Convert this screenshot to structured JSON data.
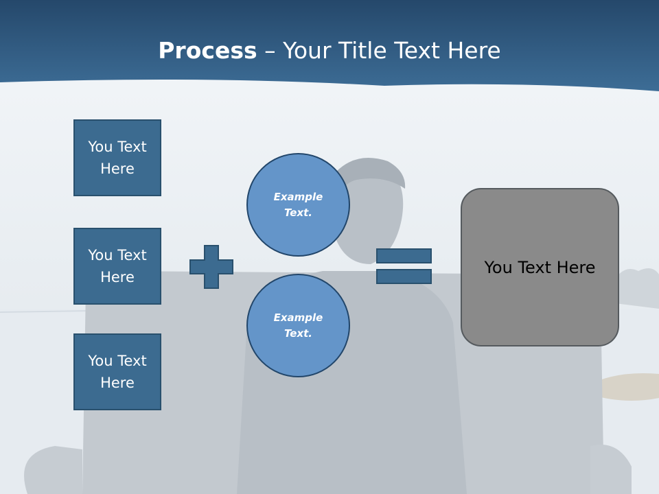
{
  "slide": {
    "title_bold": "Process",
    "title_rest": " – Your Title Text Here"
  },
  "inputs": [
    {
      "line1": "You Text",
      "line2": "Here"
    },
    {
      "line1": "You Text",
      "line2": "Here"
    },
    {
      "line1": "You Text",
      "line2": "Here"
    }
  ],
  "circles": [
    {
      "line1": "Example",
      "line2": "Text."
    },
    {
      "line1": "Example",
      "line2": "Text."
    }
  ],
  "result": {
    "label": "You Text Here"
  },
  "colors": {
    "header": "#2f5f88",
    "box_fill": "#3c6b90",
    "circle_fill": "#6495c9",
    "result_fill": "#8a8a8a"
  },
  "icons": [
    "plus-icon",
    "equals-icon"
  ]
}
